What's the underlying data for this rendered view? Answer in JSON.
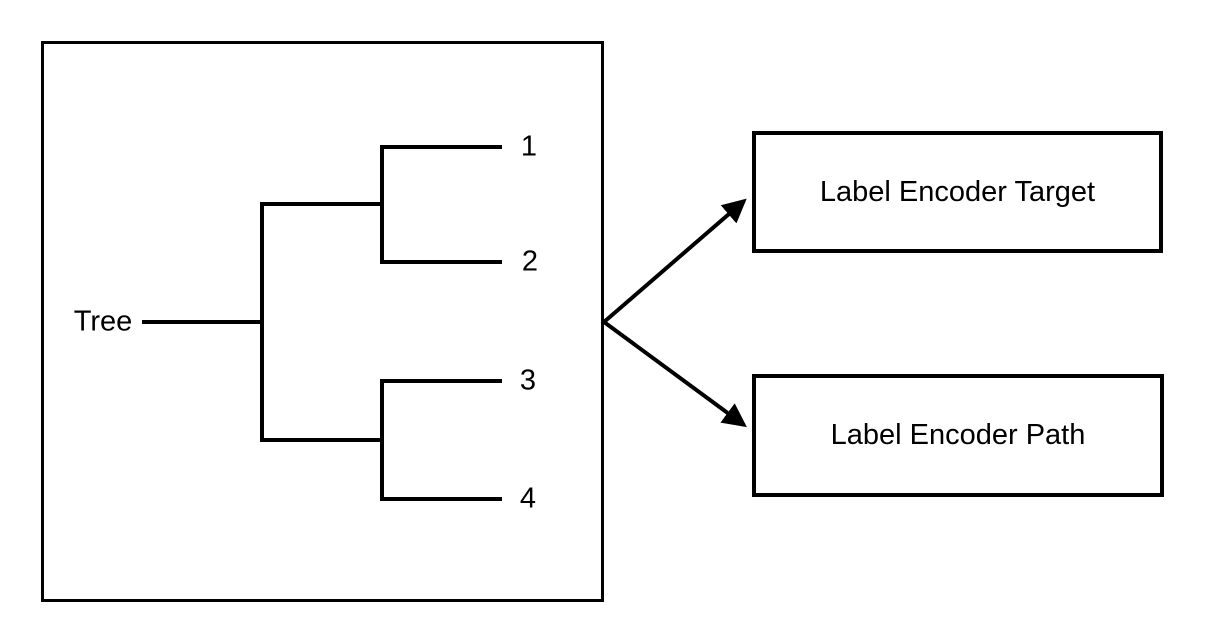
{
  "diagram": {
    "tree_panel": {
      "root_label": "Tree",
      "leaves": [
        {
          "label": "1"
        },
        {
          "label": "2"
        },
        {
          "label": "3"
        },
        {
          "label": "4"
        }
      ]
    },
    "outputs": [
      {
        "label": "Label Encoder Target"
      },
      {
        "label": "Label Encoder Path"
      }
    ],
    "colors": {
      "stroke": "#000000",
      "background": "#ffffff"
    }
  }
}
